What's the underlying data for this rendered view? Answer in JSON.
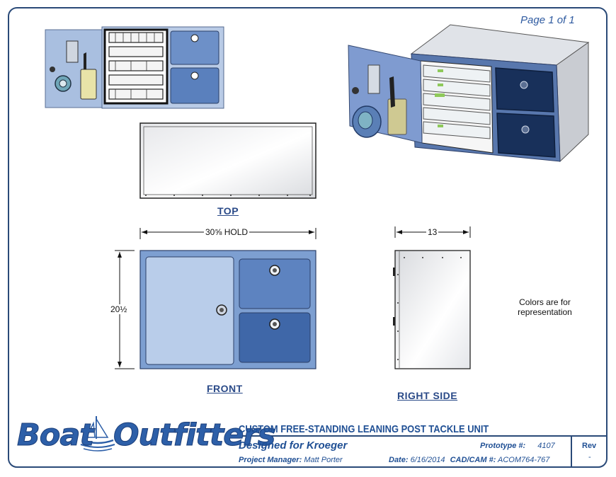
{
  "page": {
    "label": "Page 1 of 1"
  },
  "views": {
    "top_label": "TOP",
    "front_label": "FRONT",
    "right_side_label": "RIGHT SIDE"
  },
  "dimensions": {
    "width_front": "30⅝ HOLD",
    "height_front": "20½",
    "depth_side": "13"
  },
  "note": {
    "line1": "Colors are for",
    "line2": "representation"
  },
  "title_block": {
    "logo_part1": "Boat",
    "logo_part2": "Outfitters",
    "project_title": "CUSTOM FREE-STANDING LEANING POST TACKLE UNIT",
    "designed_for": "Designed for Kroeger",
    "prototype_label": "Prototype #:",
    "prototype_value": "4107",
    "project_manager_label": "Project Manager:",
    "project_manager": "Matt Porter",
    "date_label": "Date:",
    "date": "6/16/2014",
    "cadcam_label": "CAD/CAM #:",
    "cadcam": "ACOM764-767",
    "rev_label": "Rev",
    "rev_value": "-"
  },
  "colors": {
    "border": "#2a4a78",
    "accent_text": "#1f4f94",
    "light_blue": "#b7cbe8",
    "mid_blue": "#5c82bf",
    "dark_navy": "#1b2f56",
    "panel_grey": "#e6e8eb"
  }
}
